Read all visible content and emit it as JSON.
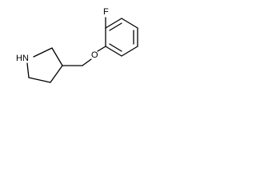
{
  "molecule": {
    "atoms": {
      "fluorine": "F",
      "oxygen": "O",
      "amine": "HN"
    }
  }
}
